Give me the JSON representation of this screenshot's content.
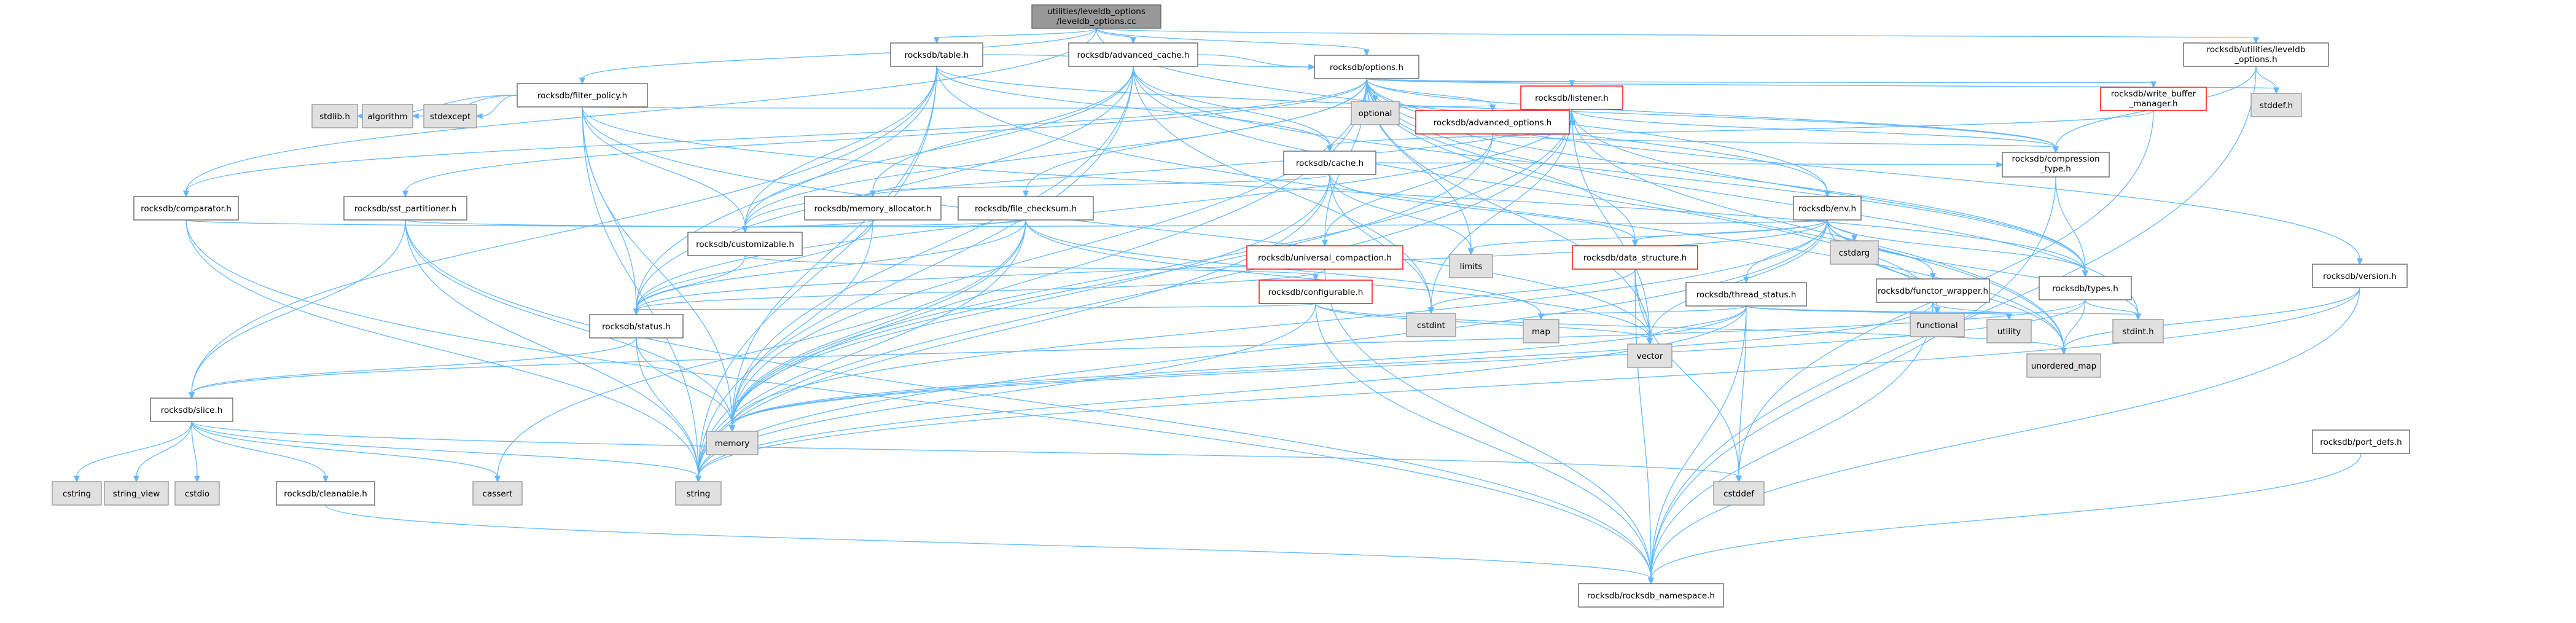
{
  "colors": {
    "root_fill": "#999999",
    "root_border": "#666666",
    "file_fill": "#ffffff",
    "file_border": "#666666",
    "hub_border": "#ff0000",
    "system_fill": "#e0e0e0",
    "system_border": "#999999",
    "edge": "#63b8ff"
  },
  "nodes": [
    {
      "id": "root",
      "label": [
        "utilities/leveldb_options",
        "/leveldb_options.cc"
      ],
      "kind": "root"
    },
    {
      "id": "table",
      "label": [
        "rocksdb/table.h"
      ],
      "kind": "file"
    },
    {
      "id": "adv_cache",
      "label": [
        "rocksdb/advanced_cache.h"
      ],
      "kind": "file"
    },
    {
      "id": "util_leveldb",
      "label": [
        "rocksdb/utilities/leveldb",
        "_options.h"
      ],
      "kind": "file"
    },
    {
      "id": "options",
      "label": [
        "rocksdb/options.h"
      ],
      "kind": "file"
    },
    {
      "id": "filter_policy",
      "label": [
        "rocksdb/filter_policy.h"
      ],
      "kind": "file"
    },
    {
      "id": "stddef_h",
      "label": [
        "stddef.h"
      ],
      "kind": "system"
    },
    {
      "id": "optional",
      "label": [
        "optional"
      ],
      "kind": "system"
    },
    {
      "id": "listener",
      "label": [
        "rocksdb/listener.h"
      ],
      "kind": "hub"
    },
    {
      "id": "write_buffer",
      "label": [
        "rocksdb/write_buffer",
        "_manager.h"
      ],
      "kind": "hub"
    },
    {
      "id": "stdlib_h",
      "label": [
        "stdlib.h"
      ],
      "kind": "system"
    },
    {
      "id": "algorithm",
      "label": [
        "algorithm"
      ],
      "kind": "system"
    },
    {
      "id": "stdexcept",
      "label": [
        "stdexcept"
      ],
      "kind": "system"
    },
    {
      "id": "adv_options",
      "label": [
        "rocksdb/advanced_options.h"
      ],
      "kind": "hub"
    },
    {
      "id": "cache",
      "label": [
        "rocksdb/cache.h"
      ],
      "kind": "file"
    },
    {
      "id": "compression",
      "label": [
        "rocksdb/compression",
        "_type.h"
      ],
      "kind": "file"
    },
    {
      "id": "comparator",
      "label": [
        "rocksdb/comparator.h"
      ],
      "kind": "file"
    },
    {
      "id": "sst_part",
      "label": [
        "rocksdb/sst_partitioner.h"
      ],
      "kind": "file"
    },
    {
      "id": "mem_alloc",
      "label": [
        "rocksdb/memory_allocator.h"
      ],
      "kind": "file"
    },
    {
      "id": "file_checksum",
      "label": [
        "rocksdb/file_checksum.h"
      ],
      "kind": "file"
    },
    {
      "id": "env",
      "label": [
        "rocksdb/env.h"
      ],
      "kind": "file"
    },
    {
      "id": "customizable",
      "label": [
        "rocksdb/customizable.h"
      ],
      "kind": "file"
    },
    {
      "id": "limits",
      "label": [
        "limits"
      ],
      "kind": "system"
    },
    {
      "id": "univ_compaction",
      "label": [
        "rocksdb/universal_compaction.h"
      ],
      "kind": "hub"
    },
    {
      "id": "data_struct",
      "label": [
        "rocksdb/data_structure.h"
      ],
      "kind": "hub"
    },
    {
      "id": "cstdarg",
      "label": [
        "cstdarg"
      ],
      "kind": "system"
    },
    {
      "id": "thread_status",
      "label": [
        "rocksdb/thread_status.h"
      ],
      "kind": "file"
    },
    {
      "id": "functor",
      "label": [
        "rocksdb/functor_wrapper.h"
      ],
      "kind": "file"
    },
    {
      "id": "types",
      "label": [
        "rocksdb/types.h"
      ],
      "kind": "file"
    },
    {
      "id": "version",
      "label": [
        "rocksdb/version.h"
      ],
      "kind": "file"
    },
    {
      "id": "configurable",
      "label": [
        "rocksdb/configurable.h"
      ],
      "kind": "hub"
    },
    {
      "id": "cstdint",
      "label": [
        "cstdint"
      ],
      "kind": "system"
    },
    {
      "id": "map",
      "label": [
        "map"
      ],
      "kind": "system"
    },
    {
      "id": "utility",
      "label": [
        "utility"
      ],
      "kind": "system"
    },
    {
      "id": "functional",
      "label": [
        "functional"
      ],
      "kind": "system"
    },
    {
      "id": "stdint_h",
      "label": [
        "stdint.h"
      ],
      "kind": "system"
    },
    {
      "id": "status",
      "label": [
        "rocksdb/status.h"
      ],
      "kind": "file"
    },
    {
      "id": "vector",
      "label": [
        "vector"
      ],
      "kind": "system"
    },
    {
      "id": "unordered_map",
      "label": [
        "unordered_map"
      ],
      "kind": "system"
    },
    {
      "id": "slice",
      "label": [
        "rocksdb/slice.h"
      ],
      "kind": "file"
    },
    {
      "id": "memory",
      "label": [
        "memory"
      ],
      "kind": "system"
    },
    {
      "id": "port_defs",
      "label": [
        "rocksdb/port_defs.h"
      ],
      "kind": "file"
    },
    {
      "id": "cstring",
      "label": [
        "cstring"
      ],
      "kind": "system"
    },
    {
      "id": "string_view",
      "label": [
        "string_view"
      ],
      "kind": "system"
    },
    {
      "id": "cstdio",
      "label": [
        "cstdio"
      ],
      "kind": "system"
    },
    {
      "id": "cleanable",
      "label": [
        "rocksdb/cleanable.h"
      ],
      "kind": "file"
    },
    {
      "id": "cassert",
      "label": [
        "cassert"
      ],
      "kind": "system"
    },
    {
      "id": "string",
      "label": [
        "string"
      ],
      "kind": "system"
    },
    {
      "id": "cstddef",
      "label": [
        "cstddef"
      ],
      "kind": "system"
    },
    {
      "id": "namespace",
      "label": [
        "rocksdb/rocksdb_namespace.h"
      ],
      "kind": "file"
    }
  ],
  "edges": [
    [
      "root",
      "table"
    ],
    [
      "root",
      "adv_cache"
    ],
    [
      "root",
      "util_leveldb"
    ],
    [
      "root",
      "options"
    ],
    [
      "root",
      "filter_policy"
    ],
    [
      "root",
      "comparator"
    ],
    [
      "root",
      "env"
    ],
    [
      "table",
      "options"
    ],
    [
      "table",
      "cache"
    ],
    [
      "table",
      "customizable"
    ],
    [
      "table",
      "status"
    ],
    [
      "table",
      "string"
    ],
    [
      "table",
      "memory"
    ],
    [
      "table",
      "slice"
    ],
    [
      "table",
      "unordered_map"
    ],
    [
      "table",
      "compression"
    ],
    [
      "adv_cache",
      "options"
    ],
    [
      "adv_cache",
      "cache"
    ],
    [
      "adv_cache",
      "mem_alloc"
    ],
    [
      "adv_cache",
      "customizable"
    ],
    [
      "adv_cache",
      "status"
    ],
    [
      "adv_cache",
      "memory"
    ],
    [
      "adv_cache",
      "cstdint"
    ],
    [
      "adv_cache",
      "string"
    ],
    [
      "adv_cache",
      "types"
    ],
    [
      "adv_cache",
      "functional"
    ],
    [
      "util_leveldb",
      "stddef_h"
    ],
    [
      "util_leveldb",
      "compression"
    ],
    [
      "util_leveldb",
      "namespace"
    ],
    [
      "options",
      "stddef_h"
    ],
    [
      "options",
      "optional"
    ],
    [
      "options",
      "listener"
    ],
    [
      "options",
      "write_buffer"
    ],
    [
      "options",
      "adv_options"
    ],
    [
      "options",
      "comparator"
    ],
    [
      "options",
      "compression"
    ],
    [
      "options",
      "customizable"
    ],
    [
      "options",
      "data_struct"
    ],
    [
      "options",
      "env"
    ],
    [
      "options",
      "file_checksum"
    ],
    [
      "options",
      "sst_part"
    ],
    [
      "options",
      "types"
    ],
    [
      "options",
      "univ_compaction"
    ],
    [
      "options",
      "version"
    ],
    [
      "options",
      "limits"
    ],
    [
      "options",
      "string"
    ],
    [
      "options",
      "memory"
    ],
    [
      "options",
      "vector"
    ],
    [
      "options",
      "unordered_map"
    ],
    [
      "options",
      "stdint_h"
    ],
    [
      "filter_policy",
      "stdlib_h"
    ],
    [
      "filter_policy",
      "algorithm"
    ],
    [
      "filter_policy",
      "stdexcept"
    ],
    [
      "filter_policy",
      "adv_options"
    ],
    [
      "filter_policy",
      "customizable"
    ],
    [
      "filter_policy",
      "status"
    ],
    [
      "filter_policy",
      "memory"
    ],
    [
      "filter_policy",
      "string"
    ],
    [
      "filter_policy",
      "vector"
    ],
    [
      "filter_policy",
      "types"
    ],
    [
      "listener",
      "adv_options"
    ],
    [
      "listener",
      "compression"
    ],
    [
      "listener",
      "customizable"
    ],
    [
      "listener",
      "status"
    ],
    [
      "listener",
      "types"
    ],
    [
      "listener",
      "string"
    ],
    [
      "listener",
      "memory"
    ],
    [
      "listener",
      "vector"
    ],
    [
      "listener",
      "unordered_map"
    ],
    [
      "listener",
      "cstdint"
    ],
    [
      "write_buffer",
      "cache"
    ],
    [
      "write_buffer",
      "cstddef"
    ],
    [
      "adv_options",
      "compression"
    ],
    [
      "adv_options",
      "univ_compaction"
    ],
    [
      "adv_options",
      "memory"
    ],
    [
      "cache",
      "compression"
    ],
    [
      "cache",
      "data_struct"
    ],
    [
      "cache",
      "mem_alloc"
    ],
    [
      "cache",
      "cstdint"
    ],
    [
      "cache",
      "memory"
    ],
    [
      "cache",
      "string"
    ],
    [
      "cache",
      "limits"
    ],
    [
      "compression",
      "types"
    ],
    [
      "compression",
      "namespace"
    ],
    [
      "comparator",
      "customizable"
    ],
    [
      "comparator",
      "string"
    ],
    [
      "comparator",
      "namespace"
    ],
    [
      "sst_part",
      "customizable"
    ],
    [
      "sst_part",
      "slice"
    ],
    [
      "sst_part",
      "string"
    ],
    [
      "sst_part",
      "memory"
    ],
    [
      "sst_part",
      "namespace"
    ],
    [
      "mem_alloc",
      "customizable"
    ],
    [
      "mem_alloc",
      "status"
    ],
    [
      "mem_alloc",
      "memory"
    ],
    [
      "file_checksum",
      "customizable"
    ],
    [
      "file_checksum",
      "status"
    ],
    [
      "file_checksum",
      "memory"
    ],
    [
      "file_checksum",
      "string"
    ],
    [
      "file_checksum",
      "vector"
    ],
    [
      "file_checksum",
      "cassert"
    ],
    [
      "file_checksum",
      "map"
    ],
    [
      "env",
      "customizable"
    ],
    [
      "env",
      "functor"
    ],
    [
      "env",
      "status"
    ],
    [
      "env",
      "thread_status"
    ],
    [
      "env",
      "cstdarg"
    ],
    [
      "env",
      "limits"
    ],
    [
      "env",
      "functional"
    ],
    [
      "env",
      "stdint_h"
    ],
    [
      "env",
      "string"
    ],
    [
      "env",
      "memory"
    ],
    [
      "env",
      "vector"
    ],
    [
      "env",
      "types"
    ],
    [
      "env",
      "unordered_map"
    ],
    [
      "env",
      "data_struct"
    ],
    [
      "customizable",
      "configurable"
    ],
    [
      "customizable",
      "status"
    ],
    [
      "univ_compaction",
      "status"
    ],
    [
      "univ_compaction",
      "namespace"
    ],
    [
      "data_struct",
      "cstddef"
    ],
    [
      "data_struct",
      "cstdint"
    ],
    [
      "data_struct",
      "vector"
    ],
    [
      "data_struct",
      "namespace"
    ],
    [
      "thread_status",
      "cstddef"
    ],
    [
      "thread_status",
      "stdint_h"
    ],
    [
      "thread_status",
      "map"
    ],
    [
      "thread_status",
      "string"
    ],
    [
      "thread_status",
      "utility"
    ],
    [
      "thread_status",
      "vector"
    ],
    [
      "thread_status",
      "namespace"
    ],
    [
      "thread_status",
      "memory"
    ],
    [
      "functor",
      "functional"
    ],
    [
      "functor",
      "memory"
    ],
    [
      "functor",
      "utility"
    ],
    [
      "functor",
      "namespace"
    ],
    [
      "types",
      "stdint_h"
    ],
    [
      "types",
      "slice"
    ],
    [
      "types",
      "unordered_map"
    ],
    [
      "types",
      "memory"
    ],
    [
      "version",
      "string"
    ],
    [
      "version",
      "unordered_map"
    ],
    [
      "version",
      "namespace"
    ],
    [
      "configurable",
      "status"
    ],
    [
      "configurable",
      "string"
    ],
    [
      "configurable",
      "unordered_map"
    ],
    [
      "configurable",
      "vector"
    ],
    [
      "configurable",
      "namespace"
    ],
    [
      "status",
      "memory"
    ],
    [
      "status",
      "string"
    ],
    [
      "status",
      "slice"
    ],
    [
      "slice",
      "cstring"
    ],
    [
      "slice",
      "string_view"
    ],
    [
      "slice",
      "cstdio"
    ],
    [
      "slice",
      "cleanable"
    ],
    [
      "slice",
      "cassert"
    ],
    [
      "slice",
      "string"
    ],
    [
      "slice",
      "cstddef"
    ],
    [
      "cleanable",
      "namespace"
    ],
    [
      "port_defs",
      "namespace"
    ]
  ]
}
